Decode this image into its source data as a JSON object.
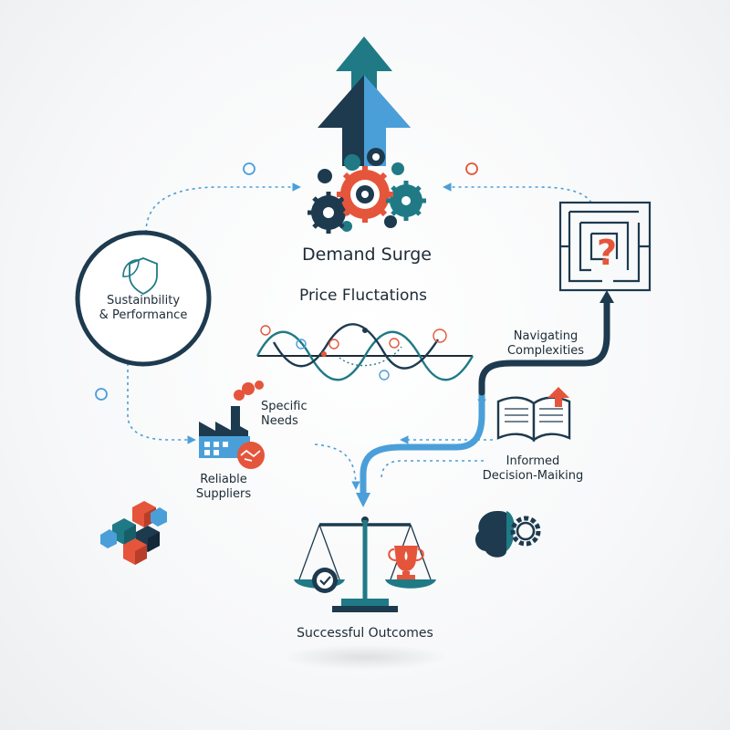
{
  "diagram": {
    "title": "Demand Surge",
    "subtitle": "Price Fluctations",
    "nodes": {
      "sustainability": {
        "line1": "Sustainbility",
        "line2": "& Performance"
      },
      "specific_needs": {
        "line1": "Specific",
        "line2": "Needs"
      },
      "reliable_suppliers": {
        "line1": "Reliable",
        "line2": "Suppliers"
      },
      "navigating": {
        "line1": "Navigating",
        "line2": "Complexities"
      },
      "informed": {
        "line1": "Informed",
        "line2": "Decision-Maiking"
      },
      "successful": {
        "label": "Successful Outcomes"
      }
    },
    "icons": {
      "top": "growth-arrow-gears-icon",
      "sustainability": "leaf-shield-icon",
      "price": "price-wave-icon",
      "maze": "maze-question-icon",
      "factory": "factory-handshake-icon",
      "book": "open-book-arrow-icon",
      "brain": "brain-gear-icon",
      "cubes": "cubes-icon",
      "scale": "balance-scale-icon"
    },
    "colors": {
      "navy": "#1d3a4f",
      "teal": "#1f7a86",
      "blue": "#4a9fd9",
      "orange": "#e5553b",
      "dark": "#1d2b36"
    }
  }
}
